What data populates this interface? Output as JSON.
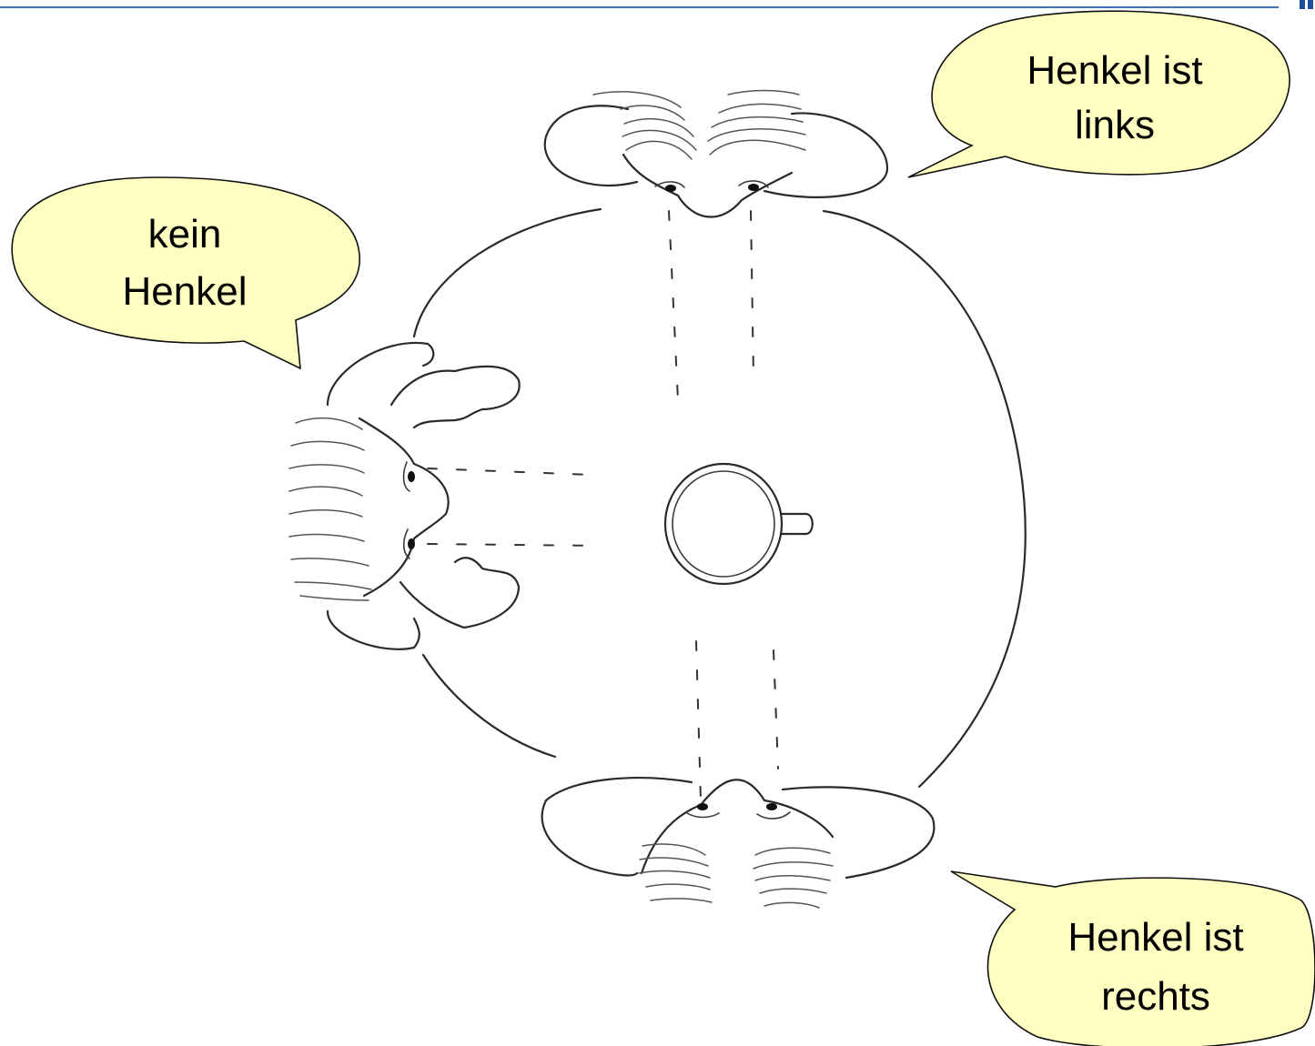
{
  "bubbles": {
    "top_right": {
      "line1": "Henkel ist",
      "line2": "links"
    },
    "left": {
      "line1": "kein",
      "line2": "Henkel"
    },
    "bottom_right": {
      "line1": "Henkel ist",
      "line2": "rechts"
    }
  },
  "colors": {
    "bubble_fill": "#ffffc2",
    "bubble_stroke": "#111111",
    "top_rule": "#3b6fb6",
    "sketch": "#2a2a2a"
  },
  "icons": {
    "cup": "cup-with-handle-icon",
    "viewer_top": "head-top-view-icon",
    "viewer_left": "head-top-view-icon",
    "viewer_bottom": "head-top-view-icon"
  }
}
